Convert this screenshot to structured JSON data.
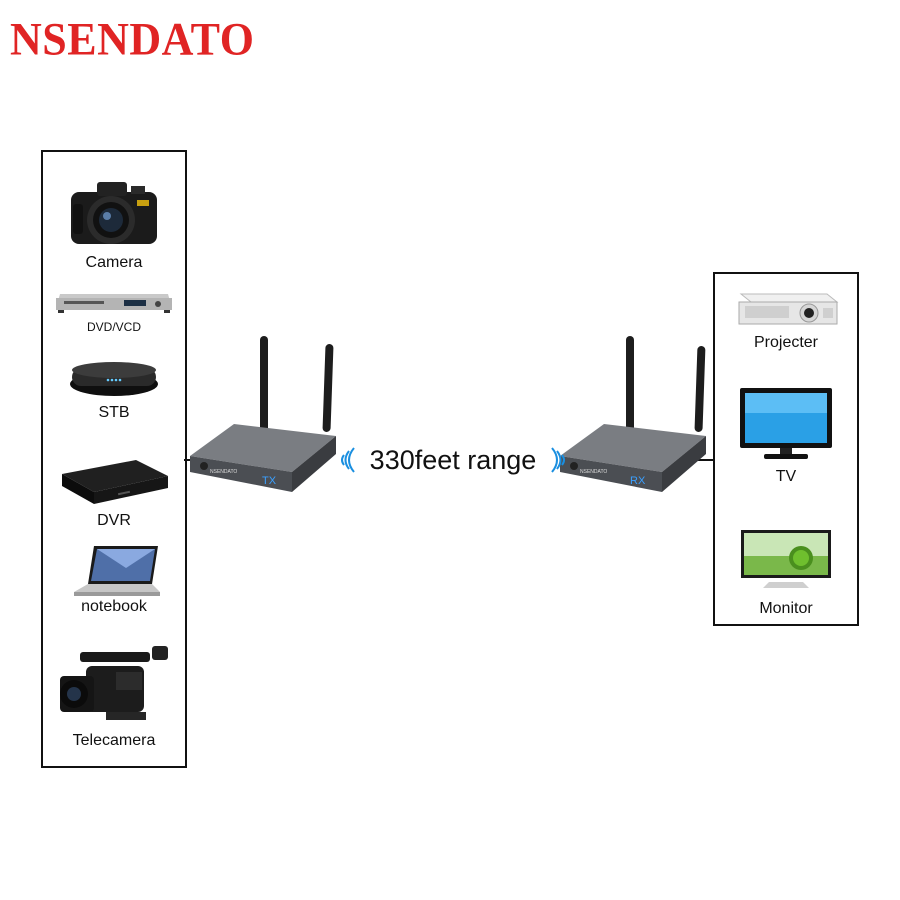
{
  "brand": {
    "name": "Nsendato",
    "display": "NSENDATO",
    "color": "#e02424"
  },
  "sources": [
    {
      "label": "Camera",
      "icon": "camera-icon"
    },
    {
      "label": "DVD/VCD",
      "icon": "dvd-player-icon"
    },
    {
      "label": "STB",
      "icon": "set-top-box-icon"
    },
    {
      "label": "DVR",
      "icon": "dvr-icon"
    },
    {
      "label": "notebook",
      "icon": "laptop-icon"
    },
    {
      "label": "Telecamera",
      "icon": "video-camera-icon"
    }
  ],
  "displays": [
    {
      "label": "Projecter",
      "icon": "projector-icon"
    },
    {
      "label": "TV",
      "icon": "tv-icon"
    },
    {
      "label": "Monitor",
      "icon": "monitor-icon"
    }
  ],
  "transmitter": {
    "label": "TX",
    "icon": "transmitter-icon"
  },
  "receiver": {
    "label": "RX",
    "icon": "receiver-icon"
  },
  "range": {
    "text": "330feet range",
    "icon": "wireless-signal-icon"
  }
}
